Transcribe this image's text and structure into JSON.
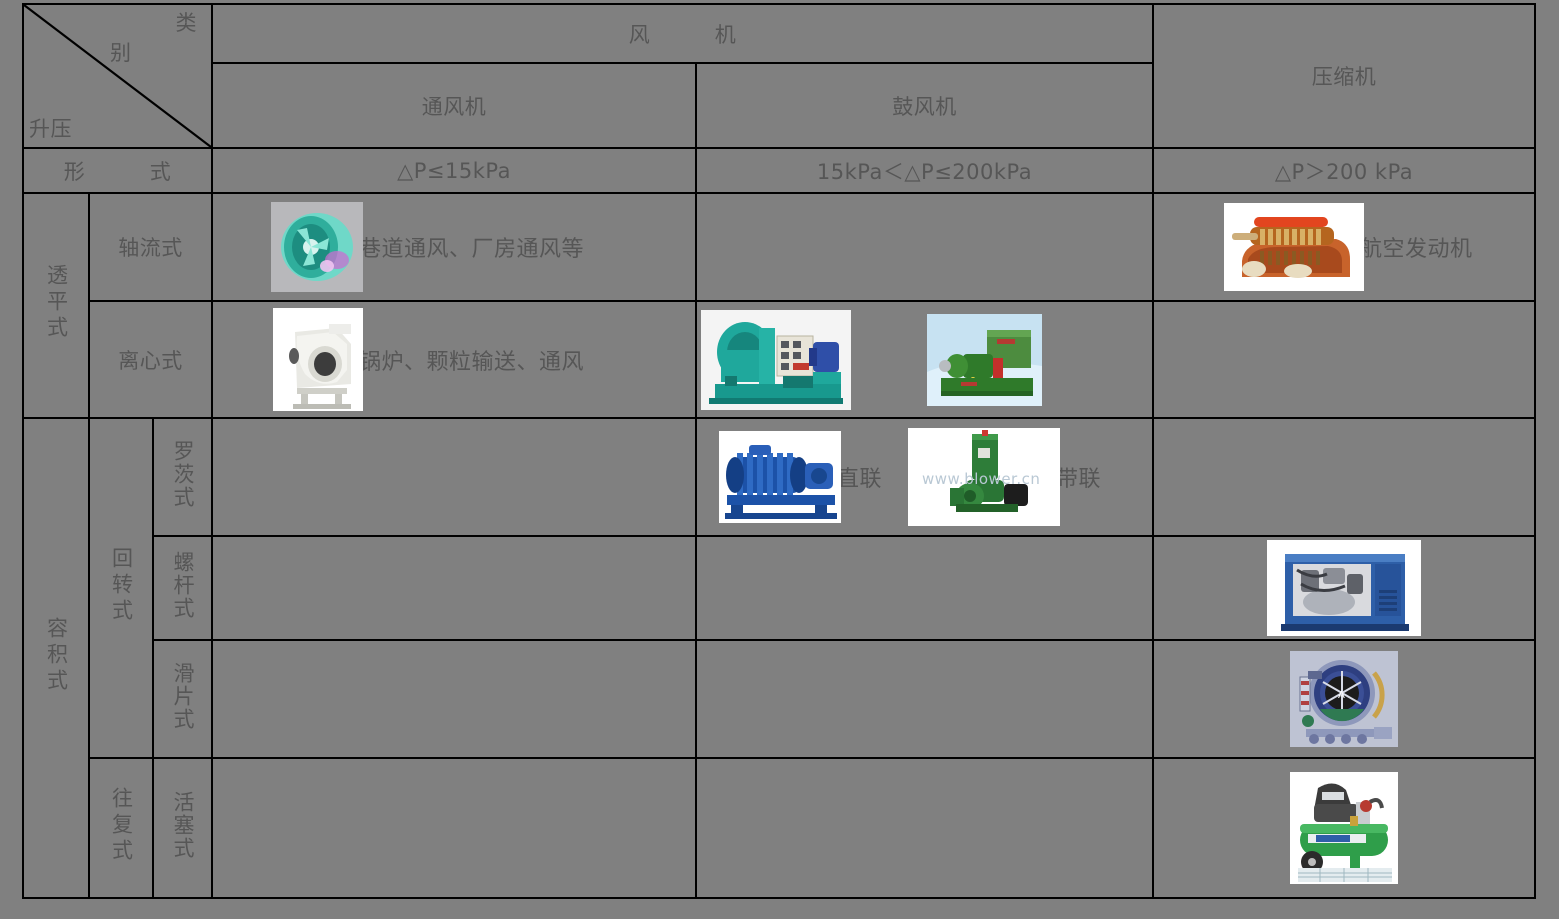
{
  "table": {
    "corner": {
      "category_label_1": "类",
      "category_label_2": "别",
      "pressure_label": "升压",
      "form_label": "形　　　式"
    },
    "column_groups": {
      "fan_group": "风　　　机",
      "compressor_group": "压缩机"
    },
    "columns": [
      {
        "name": "通风机",
        "pressure": "△P≤15kPa"
      },
      {
        "name": "鼓风机",
        "pressure": "15kPa＜△P≤200kPa"
      },
      {
        "name": "压缩机",
        "pressure": "△P＞200  kPa"
      }
    ],
    "row_groups": [
      {
        "label": "透平式"
      },
      {
        "label": "容积式"
      }
    ],
    "sub_groups": [
      {
        "label": "回转式"
      },
      {
        "label": "往复式"
      }
    ],
    "rows": [
      {
        "type": "轴流式",
        "ventilator": {
          "caption": "巷道通风、厂房通风等",
          "image": "axial-fan-photo"
        },
        "blower": {
          "caption": "",
          "image": ""
        },
        "compressor": {
          "caption": "航空发动机",
          "image": "aero-engine-cutaway-photo"
        }
      },
      {
        "type": "离心式",
        "ventilator": {
          "caption": "锅炉、颗粒输送、通风",
          "image": "centrifugal-fan-photo"
        },
        "blower": {
          "caption": "",
          "image_1": "teal-centrifugal-blower-photo",
          "image_2": "green-blower-unit-photo"
        },
        "compressor": {
          "caption": "",
          "image": ""
        }
      },
      {
        "type": "罗茨式",
        "ventilator": {
          "caption": "",
          "image": ""
        },
        "blower": {
          "caption_1": "直联",
          "image_1": "blue-roots-blower-photo",
          "caption_2": "带联",
          "image_2": "green-roots-blower-photo",
          "watermark": "www.blower.cn"
        },
        "compressor": {
          "caption": "",
          "image": ""
        }
      },
      {
        "type": "螺杆式",
        "ventilator": {
          "caption": "",
          "image": ""
        },
        "blower": {
          "caption": "",
          "image": ""
        },
        "compressor": {
          "caption": "",
          "image": "blue-screw-compressor-photo"
        }
      },
      {
        "type": "滑片式",
        "ventilator": {
          "caption": "",
          "image": ""
        },
        "blower": {
          "caption": "",
          "image": ""
        },
        "compressor": {
          "caption": "",
          "image": "sliding-vane-diagram"
        }
      },
      {
        "type": "活塞式",
        "ventilator": {
          "caption": "",
          "image": ""
        },
        "blower": {
          "caption": "",
          "image": ""
        },
        "compressor": {
          "caption": "",
          "image": "green-piston-compressor-photo"
        }
      }
    ]
  },
  "colors": {
    "background": "#808080",
    "border": "#000000",
    "text": "#565656",
    "photo_bg": "#f2f2f2"
  }
}
